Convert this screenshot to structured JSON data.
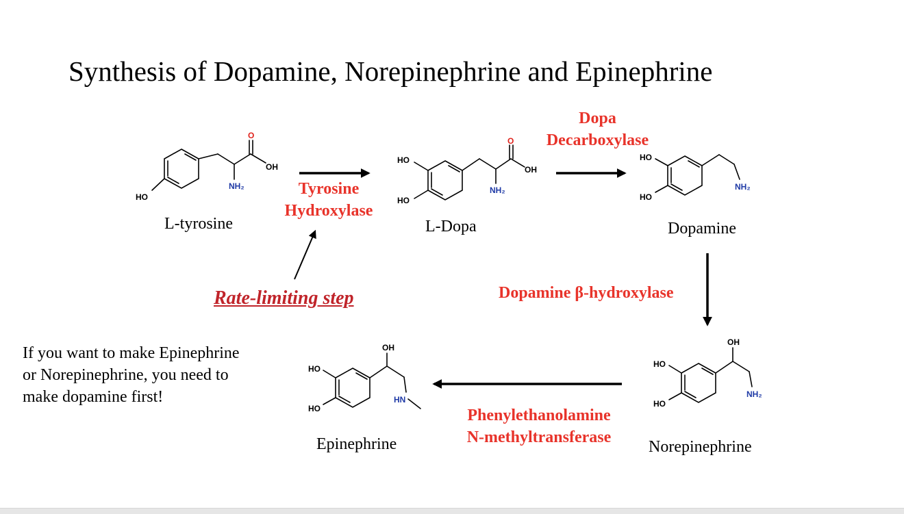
{
  "title": "Synthesis of Dopamine, Norepinephrine and Epinephrine",
  "molecules": {
    "tyrosine": "L-tyrosine",
    "ldopa": "L-Dopa",
    "dopamine": "Dopamine",
    "norepinephrine": "Norepinephrine",
    "epinephrine": "Epinephrine"
  },
  "enzymes": {
    "tyrosine_hydroxylase": [
      "Tyrosine",
      "Hydroxylase"
    ],
    "dopa_decarboxylase": [
      "Dopa",
      "Decarboxylase"
    ],
    "dopamine_b_hydroxylase": "Dopamine β-hydroxylase",
    "pnmt": [
      "Phenylethanolamine",
      "N-methyltransferase"
    ]
  },
  "rate_limiting": "Rate-limiting step",
  "note": [
    "If you want to make Epinephrine",
    "or Norepinephrine, you need to",
    "make dopamine first!"
  ],
  "atoms": {
    "HO": "HO",
    "OH": "OH",
    "O": "O",
    "NH2": "NH₂",
    "HN": "HN"
  },
  "colors": {
    "enzyme": "#e8332a",
    "rate_limiting": "#c0242a",
    "amine": "#1f3aa6",
    "oxygen": "#e0231c"
  }
}
